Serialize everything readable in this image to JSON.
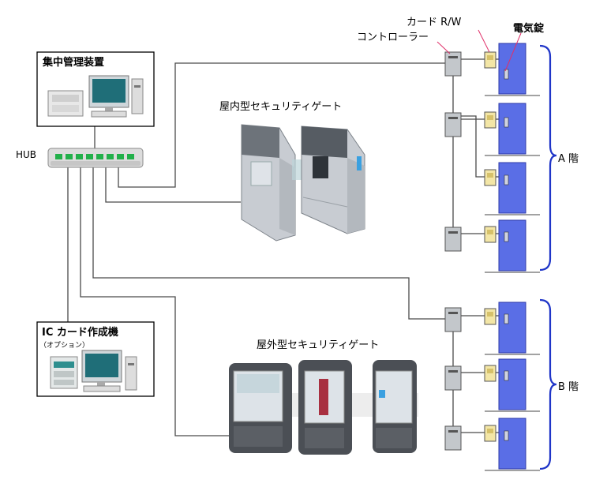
{
  "labels": {
    "central_system": "集中管理装置",
    "hub": "HUB",
    "ic_card_machine": "IC カード作成機",
    "ic_card_option": "（オプション）",
    "indoor_gate": "屋内型セキュリティゲート",
    "outdoor_gate": "屋外型セキュリティゲート",
    "controller": "コントローラー",
    "card_rw": "カード R/W",
    "electric_lock": "電気錠",
    "floor_a": "A 階",
    "floor_b": "B 階"
  },
  "colors": {
    "line": "#4a4a4a",
    "door": "#5a6ee6",
    "door_dark": "#2e3aa8",
    "bracket": "#1f35c8",
    "hub_led": "#22b04a",
    "callout": "#e0306a",
    "reader": "#f3e6a6"
  },
  "icons": {
    "computer": "computer-icon",
    "hub": "hub-icon",
    "controller": "controller-icon",
    "card_reader": "card-reader-icon",
    "door": "door-icon",
    "gate": "security-gate-icon"
  }
}
